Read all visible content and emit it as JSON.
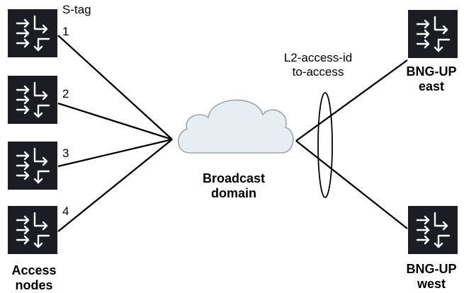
{
  "labels": {
    "s_tag": "S-tag",
    "port_1": "1",
    "port_2": "2",
    "port_3": "3",
    "port_4": "4",
    "access_nodes_line1": "Access",
    "access_nodes_line2": "nodes",
    "cloud_line1": "Broadcast",
    "cloud_line2": "domain",
    "l2_line1": "L2-access-id",
    "l2_line2": "to-access",
    "bng_east_line1": "BNG-UP",
    "bng_east_line2": "east",
    "bng_west_line1": "BNG-UP",
    "bng_west_line2": "west"
  },
  "colors": {
    "device_fill": "#1b1c24",
    "device_arrow": "#ffffff",
    "line": "#000000",
    "cloud_fill": "#e6eef3",
    "cloud_stroke": "#9aa7ae"
  },
  "icons": {
    "access_node": "switch-icon",
    "bng": "router-icon",
    "cloud": "cloud-icon"
  }
}
